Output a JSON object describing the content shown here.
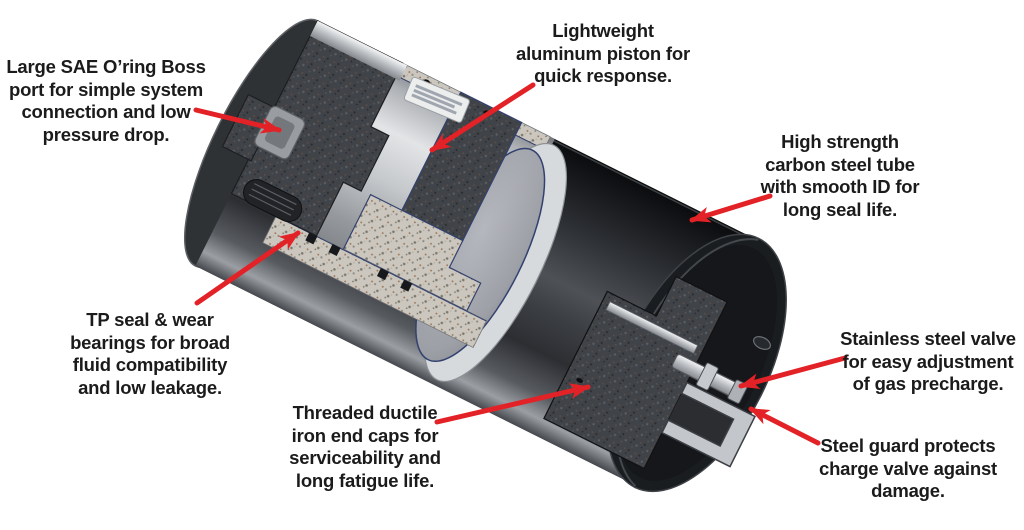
{
  "figure": {
    "colors": {
      "arrow": "#e32227",
      "text": "#1b1b1b",
      "background": "#ffffff"
    },
    "callouts": [
      {
        "id": "sae-port",
        "text": "Large SAE O’ring Boss\nport for simple system\nconnection and low\npressure drop."
      },
      {
        "id": "piston",
        "text": "Lightweight\naluminum piston for\nquick response."
      },
      {
        "id": "tube",
        "text": "High strength\ncarbon steel tube\nwith smooth ID for\nlong seal life."
      },
      {
        "id": "seal",
        "text": "TP seal & wear\nbearings for broad\nfluid compatibility\nand low leakage."
      },
      {
        "id": "endcaps",
        "text": "Threaded ductile\niron end caps for\nserviceability and\nlong fatigue life."
      },
      {
        "id": "valve",
        "text": "Stainless steel valve\nfor easy adjustment\nof gas precharge."
      },
      {
        "id": "guard",
        "text": "Steel guard protects\ncharge valve against\ndamage."
      }
    ]
  }
}
